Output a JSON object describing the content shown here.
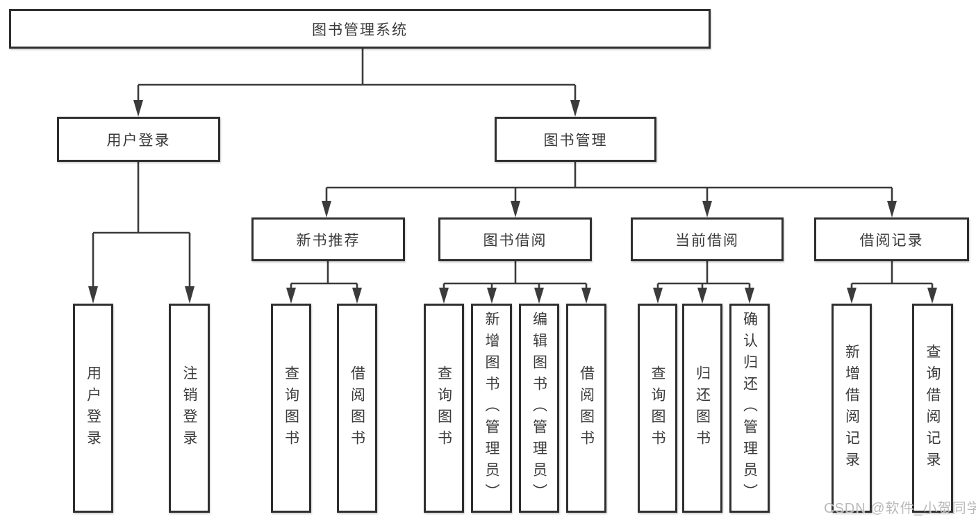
{
  "diagram": {
    "title_note": "functional structure diagram",
    "root": {
      "label": "图书管理系统"
    },
    "level2": [
      {
        "label": "用户登录"
      },
      {
        "label": "图书管理"
      }
    ],
    "level3": [
      {
        "label": "新书推荐"
      },
      {
        "label": "图书借阅"
      },
      {
        "label": "当前借阅"
      },
      {
        "label": "借阅记录"
      }
    ],
    "leaves": [
      {
        "label": "用户登录"
      },
      {
        "label": "注销登录"
      },
      {
        "label": "查询图书"
      },
      {
        "label": "借阅图书"
      },
      {
        "label": "查询图书"
      },
      {
        "label": "新增图书（管理员）"
      },
      {
        "label": "编辑图书（管理员）"
      },
      {
        "label": "借阅图书"
      },
      {
        "label": "查询图书"
      },
      {
        "label": "归还图书"
      },
      {
        "label": "确认归还（管理员）"
      },
      {
        "label": "新增借阅记录"
      },
      {
        "label": "查询借阅记录"
      }
    ]
  },
  "watermark": {
    "text": "CSDN @软件_小贺同学"
  },
  "colors": {
    "line": "#3b3b3b",
    "border": "#2f2f2f",
    "text": "#3a3a3a",
    "watermark": "#b6b6b6",
    "background": "#ffffff"
  }
}
